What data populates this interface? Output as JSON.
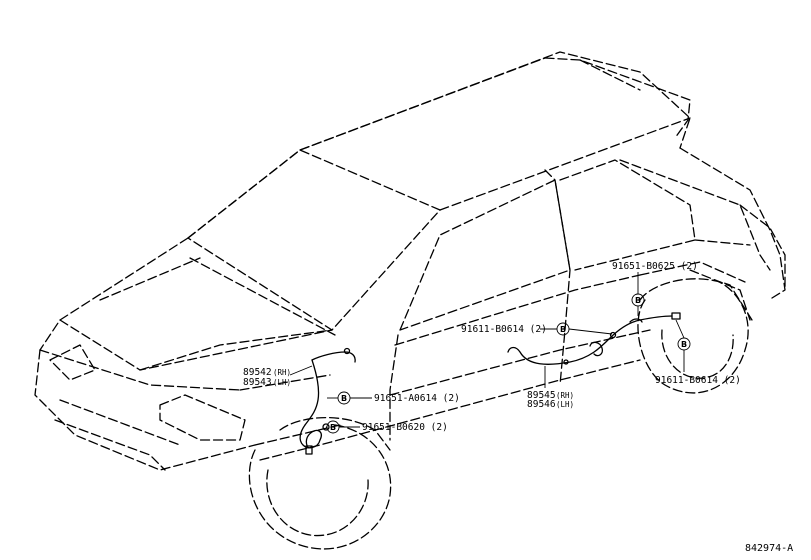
{
  "figure_id": "842974-A",
  "parts": {
    "front_sensor_rh": "89542",
    "front_sensor_rh_side": "(RH)",
    "front_sensor_lh": "89543",
    "front_sensor_lh_side": "(LH)",
    "rear_sensor_rh": "89545",
    "rear_sensor_rh_side": "(RH)",
    "rear_sensor_lh": "89546",
    "rear_sensor_lh_side": "(LH)"
  },
  "callouts": {
    "bubble_letter": "B",
    "front_upper": "91651-A0614 (2)",
    "front_lower": "91651-B0620 (2)",
    "rear_top": "91651-B0625 (2)",
    "rear_mid": "91611-B0614 (2)",
    "rear_lower": "91611-B0614 (2)"
  }
}
